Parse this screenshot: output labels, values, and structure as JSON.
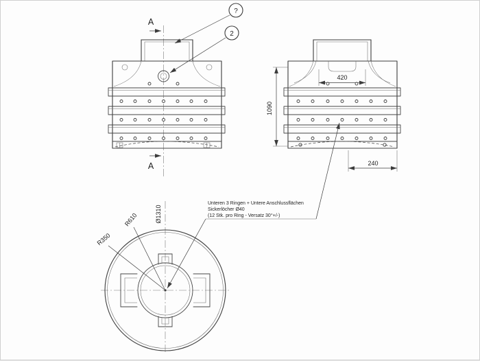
{
  "sheet": {
    "section_label": "A",
    "balloons": {
      "b1": "?",
      "b2": "2"
    },
    "dimensions": {
      "top_opening_width": "420",
      "overall_height": "1090",
      "bottom_offset": "240",
      "radius_outer": "R610",
      "radius_inner": "R350",
      "diameter": "Ø1310"
    },
    "note": {
      "line1": "Unteren 3 Ringen + Untere Anschlussflächen",
      "line2": "Sickerlöcher Ø40",
      "line3": "(12 Stk. pro Ring - Versatz 30°+/-)"
    }
  }
}
